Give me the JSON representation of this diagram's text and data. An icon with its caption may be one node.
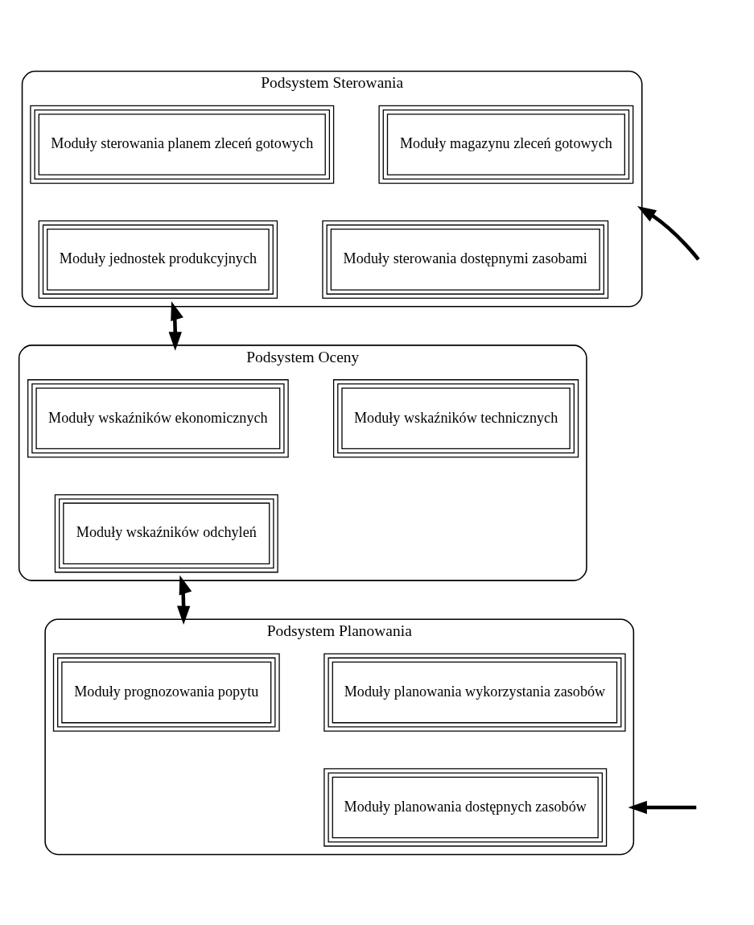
{
  "diagram": {
    "nodes": [
      {
        "text": [
          "Podsystem Sterowania"
        ]
      },
      {
        "text": [
          "Moduły sterowania planem zleceń gotowych"
        ],
        "in": 0
      },
      {
        "text": [
          "Moduły magazynu zleceń gotowych"
        ],
        "in": 0
      },
      {
        "text": [
          "Moduły sterowania dostępnymi zasobami"
        ],
        "in": 0
      },
      {
        "text": [
          "Moduły jednostek produkcyjnych"
        ],
        "in": 0
      },
      {
        "text": [
          "Podsystem Oceny"
        ]
      },
      {
        "text": [
          "Moduły wskaźników ekonomicznych"
        ],
        "in": 5
      },
      {
        "text": [
          "Moduły wskaźników technicznych"
        ],
        "in": 5
      },
      {
        "text": [
          "Moduły wskaźników odchyleń"
        ],
        "in": 5
      },
      {
        "text": [
          "Podsystem Planowania"
        ]
      },
      {
        "text": [
          "Moduły prognozowania popytu"
        ],
        "in": 9
      },
      {
        "text": [
          "Moduły planowania wykorzystania zasobów"
        ],
        "in": 9
      },
      {
        "text": [
          "Moduły planowania dostępnych zasobów"
        ],
        "in": 9
      }
    ],
    "edges": [
      {
        "from": 0,
        "to": 5,
        "arrow": "both"
      },
      {
        "from": 5,
        "to": 9,
        "arrow": "both"
      },
      {
        "from": null,
        "to": 0,
        "arrow": "to"
      },
      {
        "from": null,
        "to": 9,
        "arrow": "to"
      }
    ]
  }
}
